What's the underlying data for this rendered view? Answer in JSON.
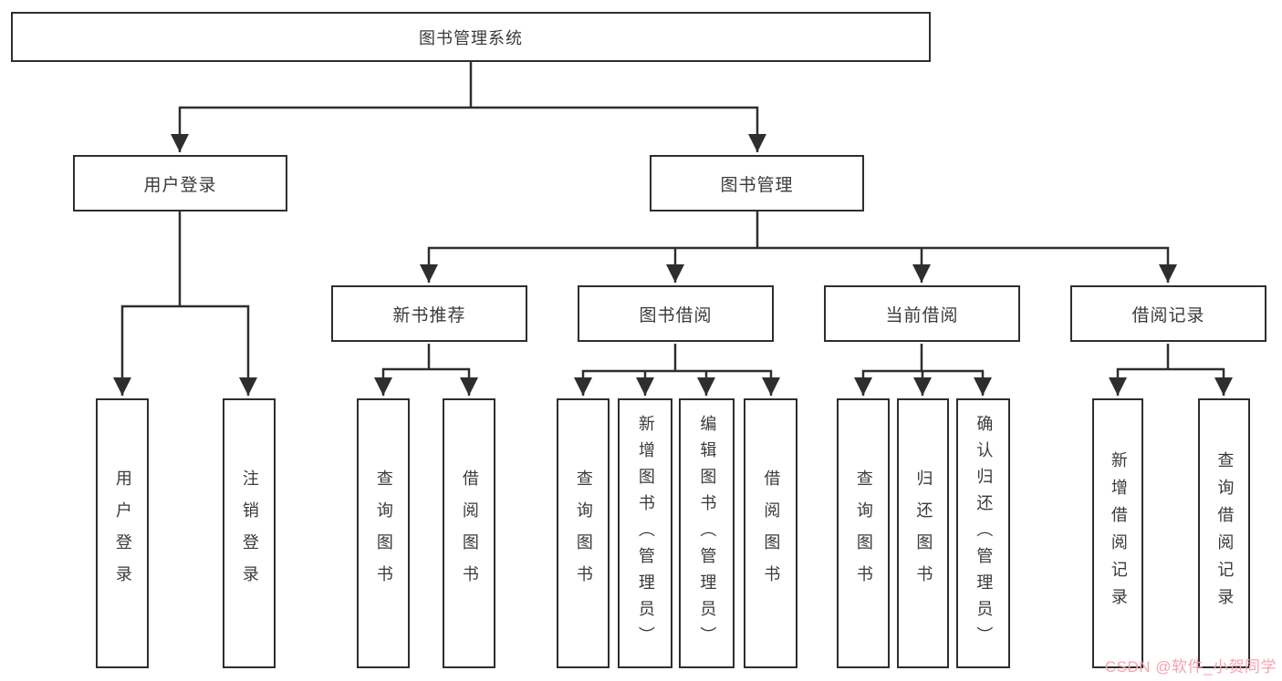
{
  "nodes": {
    "root": "图书管理系统",
    "level2": {
      "user_login": "用户登录",
      "book_management": "图书管理"
    },
    "level3": {
      "new_book_recommend": "新书推荐",
      "book_borrowing": "图书借阅",
      "current_borrowing": "当前借阅",
      "borrowing_records": "借阅记录"
    },
    "leaves": {
      "user_login": [
        "用户登录",
        "注销登录"
      ],
      "new_book_recommend": [
        "查询图书",
        "借阅图书"
      ],
      "book_borrowing": [
        "查询图书",
        "新增图书（管理员）",
        "编辑图书（管理员）",
        "借阅图书"
      ],
      "current_borrowing": [
        "查询图书",
        "归还图书",
        "确认归还（管理员）"
      ],
      "borrowing_records": [
        "新增借阅记录",
        "查询借阅记录"
      ]
    }
  },
  "watermark": {
    "text": "CSDN @软件_小贺同学"
  },
  "colors": {
    "line": "#2e2e2e",
    "border": "#2e2e2e",
    "text": "#3a3a3a",
    "background": "#ffffff",
    "watermark": "#f7a2af"
  }
}
